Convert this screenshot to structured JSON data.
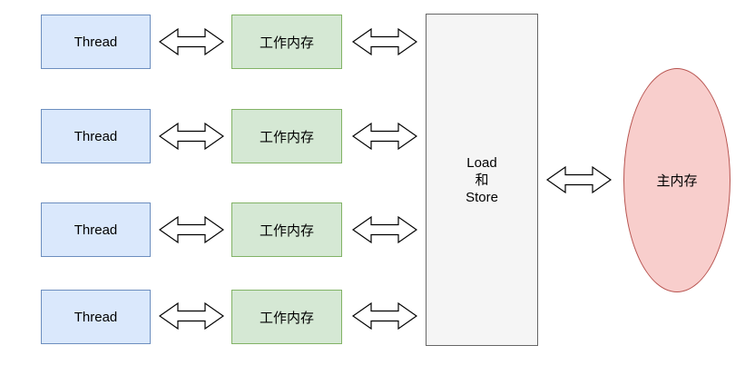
{
  "diagram": {
    "rows": [
      {
        "thread_label": "Thread",
        "memory_label": "工作内存"
      },
      {
        "thread_label": "Thread",
        "memory_label": "工作内存"
      },
      {
        "thread_label": "Thread",
        "memory_label": "工作内存"
      },
      {
        "thread_label": "Thread",
        "memory_label": "工作内存"
      }
    ],
    "hub": {
      "label_lines": [
        "Load",
        "和",
        "Store"
      ]
    },
    "main_memory": {
      "label": "主内存"
    },
    "colors": {
      "thread_fill": "#dae8fc",
      "thread_stroke": "#6c8ebf",
      "memory_fill": "#d5e8d4",
      "memory_stroke": "#82b366",
      "hub_fill": "#f5f5f5",
      "hub_stroke": "#666666",
      "ellipse_fill": "#f8cecc",
      "ellipse_stroke": "#b85450",
      "arrow_fill": "#ffffff",
      "arrow_stroke": "#000000"
    }
  }
}
